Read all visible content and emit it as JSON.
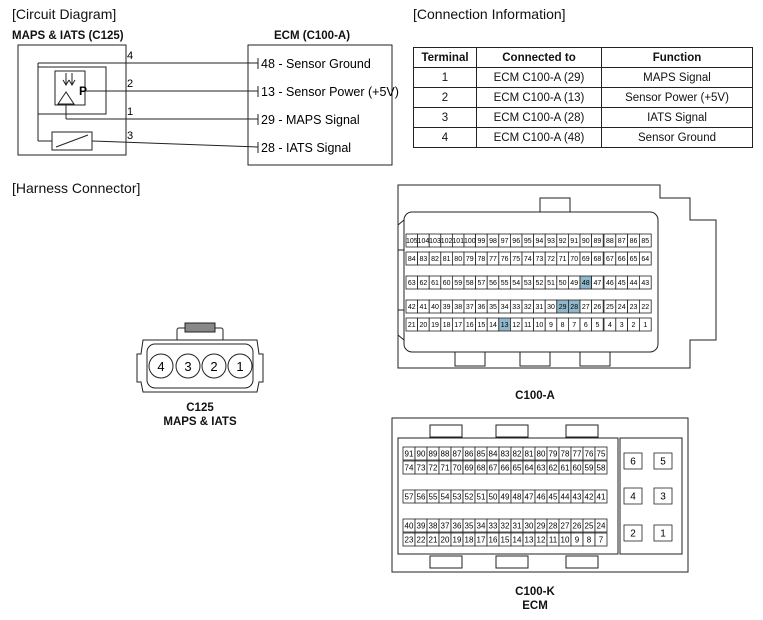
{
  "circuit": {
    "section_title": "[Circuit Diagram]",
    "sensor_label": "MAPS  & IATS (C125)",
    "ecm_label": "ECM (C100-A)",
    "sensor_pins": [
      "4",
      "2",
      "1",
      "3"
    ],
    "p_symbol": "P",
    "ecm_signals": [
      "48 - Sensor Ground",
      "13 - Sensor Power (+5V)",
      "29 - MAPS Signal",
      "28 - IATS Signal"
    ]
  },
  "connection": {
    "section_title": "[Connection Information]",
    "headers": [
      "Terminal",
      "Connected to",
      "Function"
    ],
    "rows": [
      [
        "1",
        "ECM C100-A (29)",
        "MAPS Signal"
      ],
      [
        "2",
        "ECM C100-A (13)",
        "Sensor Power (+5V)"
      ],
      [
        "3",
        "ECM C100-A (28)",
        "IATS Signal"
      ],
      [
        "4",
        "ECM C100-A (48)",
        "Sensor Ground"
      ]
    ]
  },
  "harness": {
    "section_title": "[Harness Connector]",
    "c125": {
      "pins": [
        "4",
        "3",
        "2",
        "1"
      ],
      "label1": "C125",
      "label2": "MAPS & IATS"
    },
    "c100a": {
      "label": "C100-A",
      "rows": [
        {
          "main": [
            "105",
            "104",
            "103",
            "102",
            "101",
            "100",
            "99",
            "98",
            "97",
            "96",
            "95",
            "94",
            "93",
            "92",
            "91",
            "90",
            "89"
          ],
          "side": [
            "88",
            "87",
            "86",
            "85"
          ]
        },
        {
          "main": [
            "84",
            "83",
            "82",
            "81",
            "80",
            "79",
            "78",
            "77",
            "76",
            "75",
            "74",
            "73",
            "72",
            "71",
            "70",
            "69",
            "68"
          ],
          "side": [
            "67",
            "66",
            "65",
            "64"
          ]
        },
        {
          "main": [
            "63",
            "62",
            "61",
            "60",
            "59",
            "58",
            "57",
            "56",
            "55",
            "54",
            "53",
            "52",
            "51",
            "50",
            "49",
            "48",
            "47"
          ],
          "side": [
            "46",
            "45",
            "44",
            "43"
          ]
        },
        {
          "main": [
            "42",
            "41",
            "40",
            "39",
            "38",
            "37",
            "36",
            "35",
            "34",
            "33",
            "32",
            "31",
            "30",
            "29",
            "28",
            "27",
            "26"
          ],
          "side": [
            "25",
            "24",
            "23",
            "22"
          ]
        },
        {
          "main": [
            "21",
            "20",
            "19",
            "18",
            "17",
            "16",
            "15",
            "14",
            "13",
            "12",
            "11",
            "10",
            "9",
            "8",
            "7",
            "6",
            "5"
          ],
          "side": [
            "4",
            "3",
            "2",
            "1"
          ]
        }
      ],
      "highlighted": [
        "48",
        "29",
        "28",
        "13"
      ],
      "highlight_color": "#8fb8cc"
    },
    "c100k": {
      "label1": "C100-K",
      "label2": "ECM",
      "rows": [
        [
          "91",
          "90",
          "89",
          "88",
          "87",
          "86",
          "85",
          "84",
          "83",
          "82",
          "81",
          "80",
          "79",
          "78",
          "77",
          "76",
          "75"
        ],
        [
          "74",
          "73",
          "72",
          "71",
          "70",
          "69",
          "68",
          "67",
          "66",
          "65",
          "64",
          "63",
          "62",
          "61",
          "60",
          "59",
          "58"
        ],
        [
          "57",
          "56",
          "55",
          "54",
          "53",
          "52",
          "51",
          "50",
          "49",
          "48",
          "47",
          "46",
          "45",
          "44",
          "43",
          "42",
          "41"
        ],
        [
          "40",
          "39",
          "38",
          "37",
          "36",
          "35",
          "34",
          "33",
          "32",
          "31",
          "30",
          "29",
          "28",
          "27",
          "26",
          "25",
          "24"
        ],
        [
          "23",
          "22",
          "21",
          "20",
          "19",
          "18",
          "17",
          "16",
          "15",
          "14",
          "13",
          "12",
          "11",
          "10",
          "9",
          "8",
          "7"
        ]
      ],
      "power_pins": [
        [
          "6",
          "5"
        ],
        [
          "4",
          "3"
        ],
        [
          "2",
          "1"
        ]
      ]
    }
  }
}
